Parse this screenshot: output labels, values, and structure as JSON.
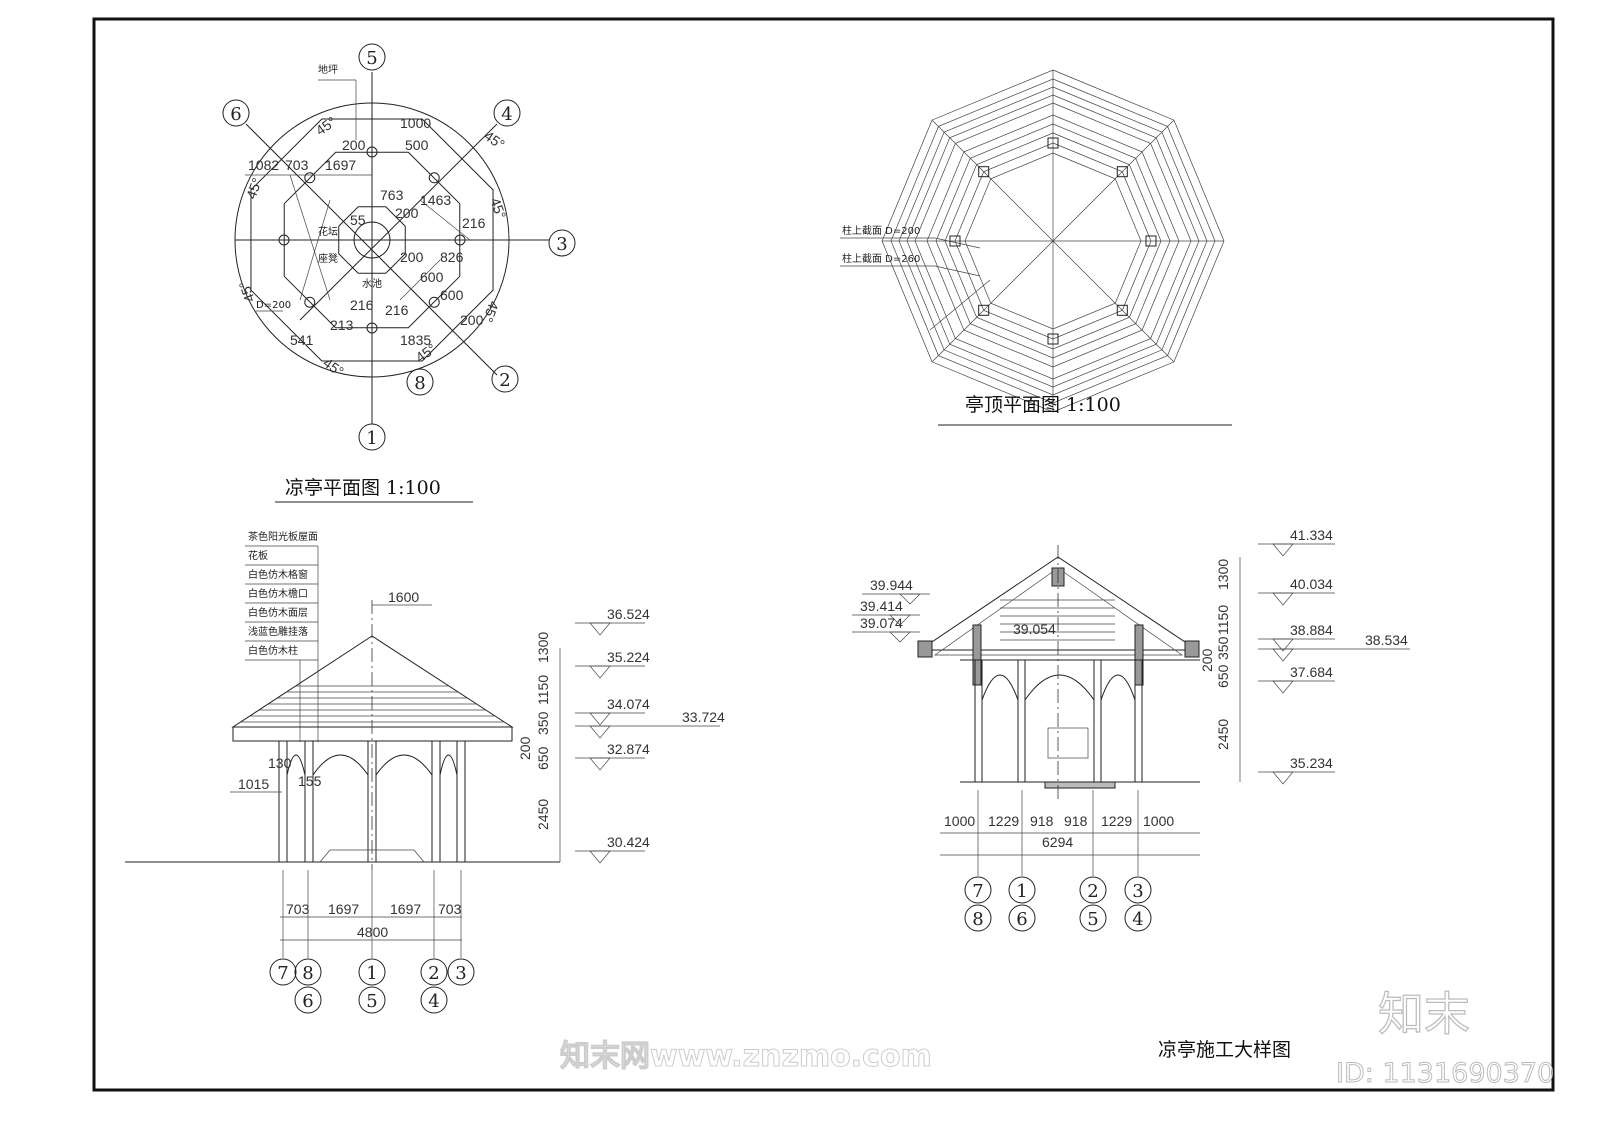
{
  "drawing_title": "凉亭施工大样图",
  "plan": {
    "title": "凉亭平面图  1:100",
    "labels": {
      "ground": "地坪",
      "flower_bed": "花坛",
      "seat": "座凳",
      "pool": "水池",
      "column": "D=200"
    },
    "angles": [
      "45°",
      "45°",
      "45°",
      "45°",
      "45°",
      "45°",
      "45°",
      "45°"
    ],
    "dims": [
      "1082",
      "703",
      "1697",
      "1000",
      "500",
      "200",
      "763",
      "200",
      "1463",
      "216",
      "55",
      "200",
      "826",
      "216",
      "600",
      "600",
      "216",
      "213",
      "200",
      "1835",
      "541"
    ],
    "axes": [
      "5",
      "6",
      "4",
      "3",
      "2",
      "8",
      "1"
    ]
  },
  "roof_plan": {
    "title": "亭顶平面图  1:100",
    "labels": [
      "柱上截面 D=200",
      "柱上截面 D=260"
    ]
  },
  "elevation_left": {
    "materials": [
      "茶色阳光板屋面",
      "花板",
      "白色仿木格窗",
      "白色仿木檐口",
      "白色仿木面层",
      "浅蓝色雕挂落",
      "白色仿木柱"
    ],
    "top_dim": "1600",
    "side_dims": [
      "1015",
      "130",
      "155"
    ],
    "levels": [
      "36.524",
      "35.224",
      "34.074",
      "33.724",
      "32.874",
      "30.424"
    ],
    "vertical_dims": [
      "1300",
      "1150",
      "350",
      "200",
      "650",
      "2450"
    ],
    "bottom_dims": [
      "703",
      "1697",
      "1697",
      "703"
    ],
    "total": "4800",
    "axes_top": [
      "7",
      "8",
      "1",
      "2",
      "3"
    ],
    "axes_bottom": [
      "6",
      "5",
      "4"
    ]
  },
  "elevation_right": {
    "left_levels": [
      "39.944",
      "39.414",
      "39.074",
      "39.054"
    ],
    "levels": [
      "41.334",
      "40.034",
      "38.884",
      "38.534",
      "37.684",
      "35.234"
    ],
    "vertical_dims": [
      "1300",
      "1150",
      "350",
      "200",
      "650",
      "2450"
    ],
    "bottom_dims": [
      "1000",
      "1229",
      "918",
      "918",
      "1229",
      "1000"
    ],
    "total": "6294",
    "axes_top": [
      "7",
      "1",
      "2",
      "3"
    ],
    "axes_bottom": [
      "8",
      "6",
      "5",
      "4"
    ]
  },
  "watermark": {
    "text": "知末网www.znzmo.com",
    "logo": "知末",
    "id": "ID: 1131690370"
  }
}
